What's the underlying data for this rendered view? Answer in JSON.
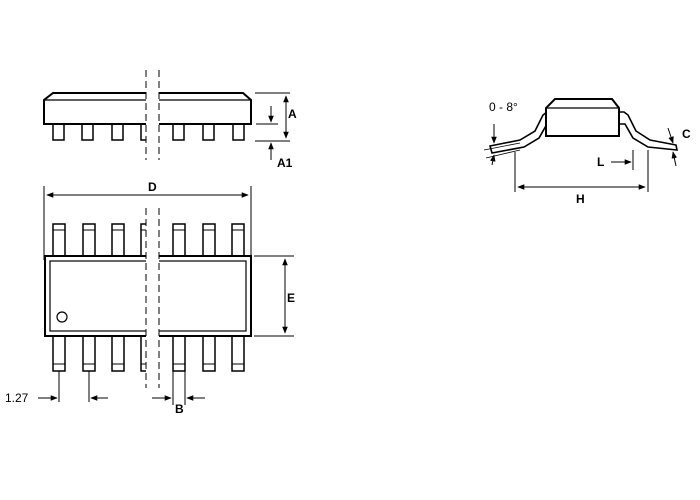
{
  "labels": {
    "A": "A",
    "A1": "A1",
    "D": "D",
    "E": "E",
    "B": "B",
    "pitch": "1.27",
    "angle": "0 - 8°",
    "C": "C",
    "L": "L",
    "H": "H"
  },
  "pins_per_side": 7
}
